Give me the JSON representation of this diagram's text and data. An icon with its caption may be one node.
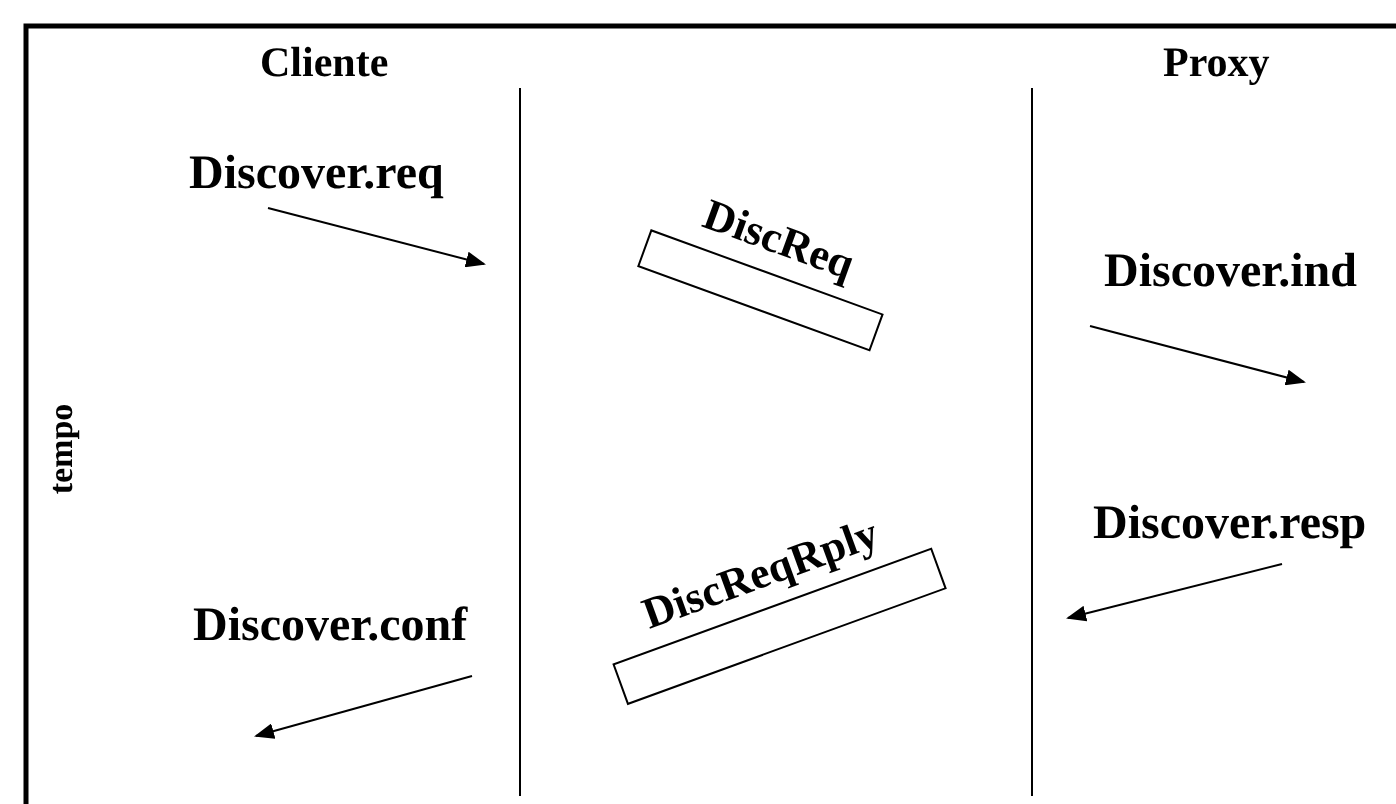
{
  "diagram": {
    "nodes": [
      {
        "text": [
          "DiscReq"
        ]
      },
      {
        "text": [
          "DiscReqRply"
        ]
      }
    ],
    "edges": [],
    "labels": [
      "Cliente",
      "Proxy",
      "Discover.req",
      "Discover.ind",
      "tempo",
      "Discover.resp",
      "Discover.conf"
    ]
  }
}
